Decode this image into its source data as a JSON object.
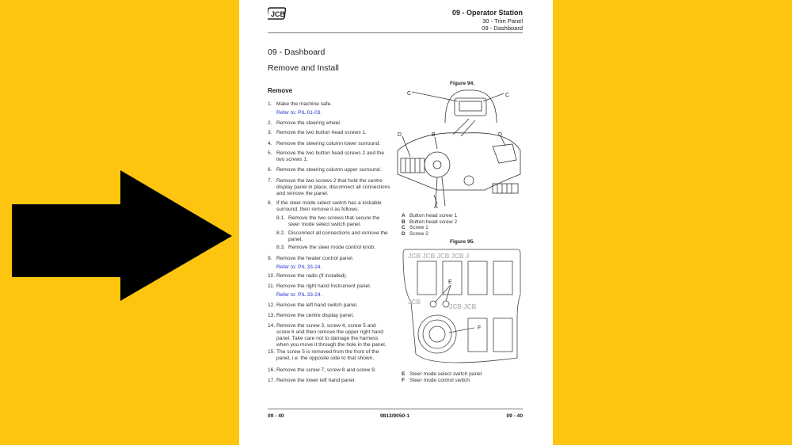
{
  "colors": {
    "background": "#fdc50f",
    "arrow": "#000000",
    "link": "#2233cc"
  },
  "arrow_icon": "right-arrow",
  "header": {
    "logo": "JCB",
    "chapter": "09 - Operator Station",
    "section": "30 - Trim Panel",
    "subsection": "09 - Dashboard"
  },
  "title": "09 - Dashboard",
  "subtitle": "Remove and Install",
  "section_heading": "Remove",
  "steps": [
    {
      "n": "1.",
      "text": "Make the machine safe.",
      "ref": "Refer to: PIL 01-03."
    },
    {
      "n": "2.",
      "text": "Remove the steering wheel."
    },
    {
      "n": "3.",
      "text": "Remove the two button head screws 1."
    },
    {
      "n": "4.",
      "text": "Remove the steering column lower surround."
    },
    {
      "n": "5.",
      "text": "Remove the two button head screws 2 and the two screws 1."
    },
    {
      "n": "6.",
      "text": "Remove the steering column upper surround."
    },
    {
      "n": "7.",
      "text": "Remove the two screws 2 that hold the centre display panel in place, disconnect all connections and remove the panel."
    },
    {
      "n": "8.",
      "text": "If the steer mode select switch has a lockable surround, then remove it as follows:"
    },
    {
      "n": "8.1.",
      "text": "Remove the two screws that secure the steer mode select switch panel."
    },
    {
      "n": "8.2.",
      "text": "Disconnect all connections and remove the panel."
    },
    {
      "n": "8.3.",
      "text": "Remove the steer mode control knob."
    },
    {
      "n": "9.",
      "text": "Remove the heater control panel.",
      "ref": "Refer to: PIL 33-24."
    },
    {
      "n": "10.",
      "text": "Remove the radio (if installed)."
    },
    {
      "n": "11.",
      "text": "Remove the right hand Instrument panel.",
      "ref": "Refer to: PIL 33-24."
    },
    {
      "n": "12.",
      "text": "Remove the left hand switch panel."
    },
    {
      "n": "13.",
      "text": "Remove the centre display panel."
    },
    {
      "n": "14.",
      "text": "Remove the screw 3, screw 4, screw 5 and screw 6 and then remove the upper right hand panel. Take care not to damage the harness when you move it through the hole in the panel."
    },
    {
      "n": "15.",
      "text": "The screw 5 is removed from the front of the panel, i.e. the opposite side to that shown."
    },
    {
      "n": "16.",
      "text": "Remove the screw 7, screw 8 and screw 9."
    },
    {
      "n": "17.",
      "text": "Remove the lower left hand panel."
    }
  ],
  "figure94": {
    "caption": "Figure 94.",
    "callouts": [
      "A",
      "B",
      "C",
      "C",
      "D",
      "D"
    ],
    "legend": [
      {
        "k": "A",
        "v": "Button head screw 1"
      },
      {
        "k": "B",
        "v": "Button head screw 2"
      },
      {
        "k": "C",
        "v": "Screw 1"
      },
      {
        "k": "D",
        "v": "Screw 2"
      }
    ]
  },
  "figure95": {
    "caption": "Figure 95.",
    "callouts": [
      "E",
      "F"
    ],
    "legend": [
      {
        "k": "E",
        "v": "Steer mode select switch panel"
      },
      {
        "k": "F",
        "v": "Steer mode control switch"
      }
    ]
  },
  "footer": {
    "left": "09 - 40",
    "center": "9813/9050-1",
    "right": "09 - 40"
  }
}
